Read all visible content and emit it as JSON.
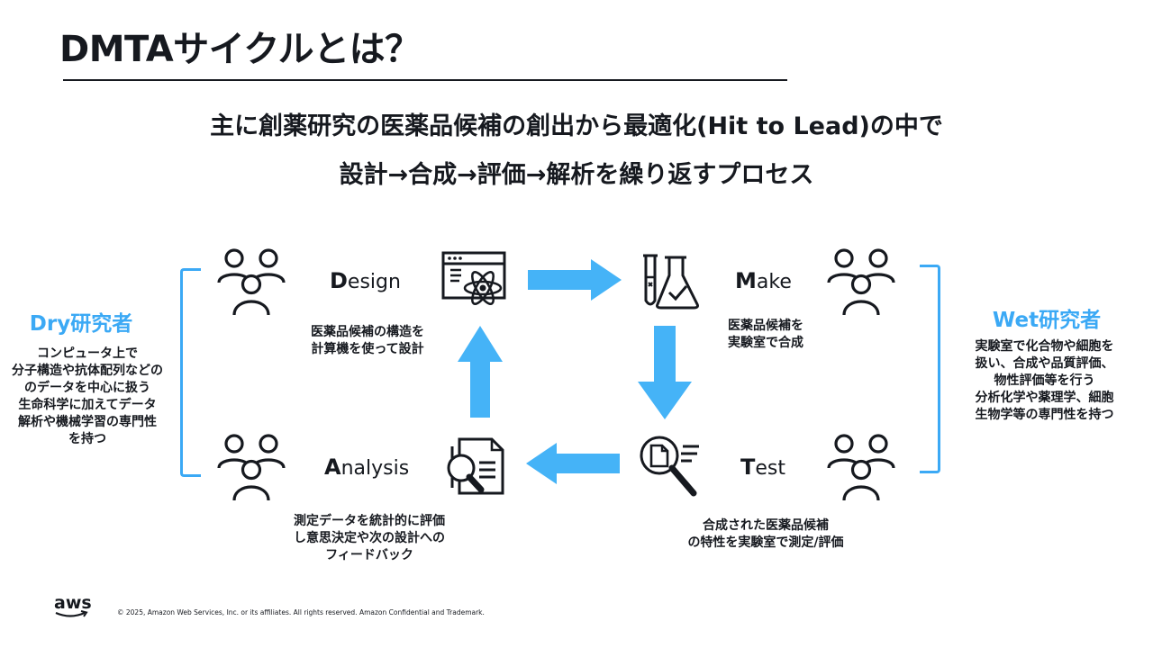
{
  "title": "DMTAサイクルとは？",
  "subtitle_line1": "主に創薬研究の医薬品候補の創出から最適化(Hit to Lead)の中で",
  "subtitle_line2": "設計→合成→評価→解析を繰り返すプロセス",
  "steps": {
    "design": {
      "cap": "D",
      "rest": "esign",
      "desc_line1": "医薬品候補の構造を",
      "desc_line2": "計算機を使って設計",
      "icon": "browser-atom-icon"
    },
    "make": {
      "cap": "M",
      "rest": "ake",
      "desc_line1": "医薬品候補を",
      "desc_line2": "実験室で合成",
      "icon": "flask-icon"
    },
    "test": {
      "cap": "T",
      "rest": "est",
      "desc_line1": "合成された医薬品候補",
      "desc_line2": "の特性を実験室で測定/評価",
      "icon": "document-magnifier-icon"
    },
    "analysis": {
      "cap": "A",
      "rest": "nalysis",
      "desc_line1": "測定データを統計的に評価",
      "desc_line2": "し意思決定や次の設計への",
      "desc_line3": "フィードバック",
      "icon": "documents-magnifier-icon"
    }
  },
  "dry": {
    "title": "Dry研究者",
    "lines": [
      "コンピュータ上で",
      "分子構造や抗体配列などの",
      "のデータを中心に扱う",
      "生命科学に加えてデータ",
      "解析や機械学習の専門性",
      "を持つ"
    ]
  },
  "wet": {
    "title": "Wet研究者",
    "lines": [
      "実験室で化合物や細胞を",
      "扱い、合成や品質評価、",
      "物性評価等を行う",
      "分析化学や薬理学、細胞",
      "生物学等の専門性を持つ"
    ]
  },
  "colors": {
    "accent": "#3ba9f5",
    "ink": "#16191f",
    "arrow": "#45b3f7"
  },
  "footer": {
    "logo": "aws",
    "copyright": "© 2025, Amazon Web Services, Inc. or its affiliates. All rights reserved. Amazon Confidential and Trademark."
  }
}
